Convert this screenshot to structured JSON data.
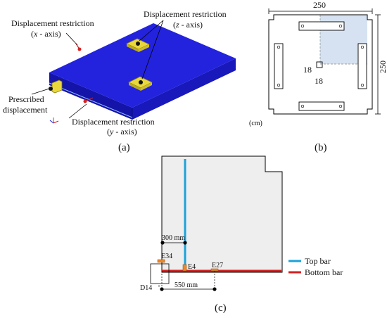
{
  "panel_a": {
    "label_disp_x_line1": "Displacement restriction",
    "label_disp_x_line2_open": "(",
    "label_disp_x_line2_var": "x",
    "label_disp_x_line2_close": " - axis)",
    "label_disp_z_line1": "Displacement restriction",
    "label_disp_z_line2_open": "(",
    "label_disp_z_line2_var": "z",
    "label_disp_z_line2_close": " - axis)",
    "label_prescribed_line1": "Prescribed",
    "label_prescribed_line2": "displacement",
    "label_disp_y_line1": "Displacement restriction",
    "label_disp_y_line2_open": "(",
    "label_disp_y_line2_var": "y",
    "label_disp_y_line2_close": " - axis)",
    "caption": "(a)",
    "colors": {
      "slab": "#1f1fd6",
      "slab_side": "#1414a8",
      "support": "#e2d23a"
    }
  },
  "panel_b": {
    "dim_top": "250",
    "dim_right": "250",
    "dim_18_h": "18",
    "dim_18_v": "18",
    "unit": "(cm)",
    "caption": "(b)",
    "colors": {
      "quarter_fill": "#d6e2f2"
    }
  },
  "panel_c": {
    "dim_300": "300 mm",
    "dim_550": "550 mm",
    "label_e34": "E34",
    "label_e4": "E4",
    "label_e27": "E27",
    "label_d14": "D14",
    "legend_top": "Top bar",
    "legend_bottom": "Bottom bar",
    "caption": "(c)",
    "colors": {
      "top_bar": "#1aa3d9",
      "bottom_bar": "#d42020",
      "gauge": "#f0882a",
      "panel": "#eeeeee"
    }
  }
}
